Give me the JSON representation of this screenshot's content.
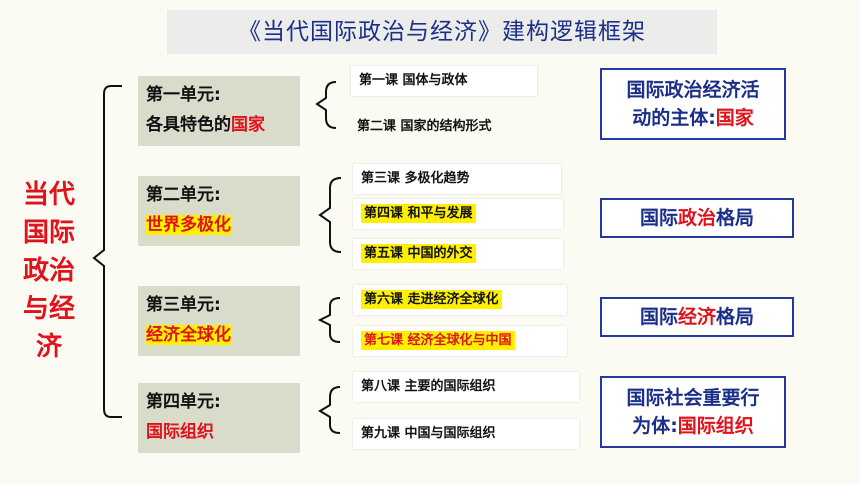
{
  "title": "《当代国际政治与经济》建构逻辑框架",
  "root": [
    "当代",
    "国际",
    "政治",
    "与经",
    "济"
  ],
  "units": [
    {
      "line1": "第一单元:",
      "line2_prefix": "各具特色的",
      "line2_red": "国家",
      "lessons": [
        "第一课  国体与政体",
        "第二课  国家的结构形式"
      ],
      "result": {
        "line1": "国际政治经济活",
        "line2_prefix": "动的主体:",
        "line2_red": "国家"
      }
    },
    {
      "line1": "第二单元:",
      "line2": "世界多极化",
      "lessons": [
        "第三课  多极化趋势",
        "第四课  和平与发展",
        "第五课  中国的外交"
      ],
      "result": {
        "prefix": "国际",
        "red": "政治",
        "suffix": "格局"
      }
    },
    {
      "line1": "第三单元:",
      "line2": "经济全球化",
      "lessons": [
        "第六课  走进经济全球化",
        "第七课  经济全球化与中国"
      ],
      "result": {
        "prefix": "国际",
        "red": "经济",
        "suffix": "格局"
      }
    },
    {
      "line1": "第四单元:",
      "line2": "国际组织",
      "lessons": [
        "第八课  主要的国际组织",
        "第九课  中国与国际组织"
      ],
      "result": {
        "line1": "国际社会重要行",
        "line2_prefix": "为体:",
        "line2_red": "国际组织"
      }
    }
  ],
  "colors": {
    "title": "#1b2f8a",
    "accent_red": "#e0121b",
    "highlight": "#ffef00",
    "unit_bg": "#d9dccb",
    "border_blue": "#2538a0"
  }
}
